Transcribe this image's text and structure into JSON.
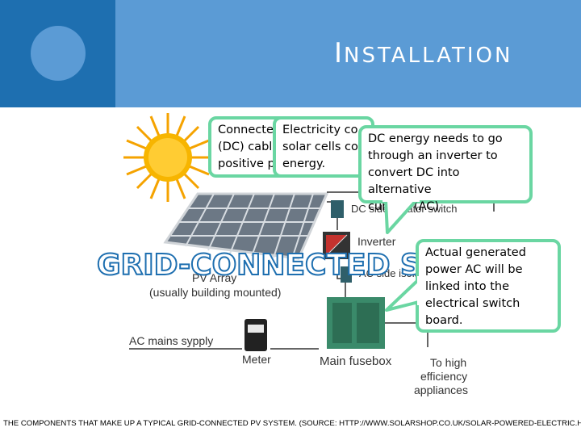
{
  "slide": {
    "title_first_letter": "I",
    "title_rest": "NSTALLATION",
    "diagram_heading": "GRID-CONNECTED SY",
    "caption": "THE COMPONENTS THAT MAKE UP A TYPICAL GRID-CONNECTED PV SYSTEM. (SOURCE: HTTP://WWW.SOLARSHOP.CO.UK/SOLAR-POWERED-ELECTRIC.HTM)"
  },
  "callouts": {
    "c1_lines": [
      "Connecte",
      "(DC) cabl",
      "positive p"
    ],
    "c2_lines": [
      "Electricity co",
      "solar cells co",
      "energy."
    ],
    "c3_lines": [
      "DC  energy needs to go",
      "through an inverter to",
      "convert DC into alternative",
      "current (AC)"
    ],
    "c4_lines": [
      "Actual generated",
      "power AC will be",
      "linked into the",
      "electrical switch",
      "board."
    ]
  },
  "diagram_labels": {
    "dc_switch": "DC side isolator switch",
    "inverter": "Inverter",
    "ac_isolator": "AC side isolator",
    "pv_array": "PV Array",
    "pv_array_sub": "(usually building mounted)",
    "ac_mains": "AC mains sypply",
    "meter": "Meter",
    "fusebox": "Main fusebox",
    "appliances": [
      "To high",
      "efficiency",
      "appliances"
    ]
  },
  "colors": {
    "header": "#5b9bd5",
    "header_dark": "#1e6fb0",
    "callout_border": "#6ad6a2",
    "fusebox": "#3a8a6a"
  }
}
